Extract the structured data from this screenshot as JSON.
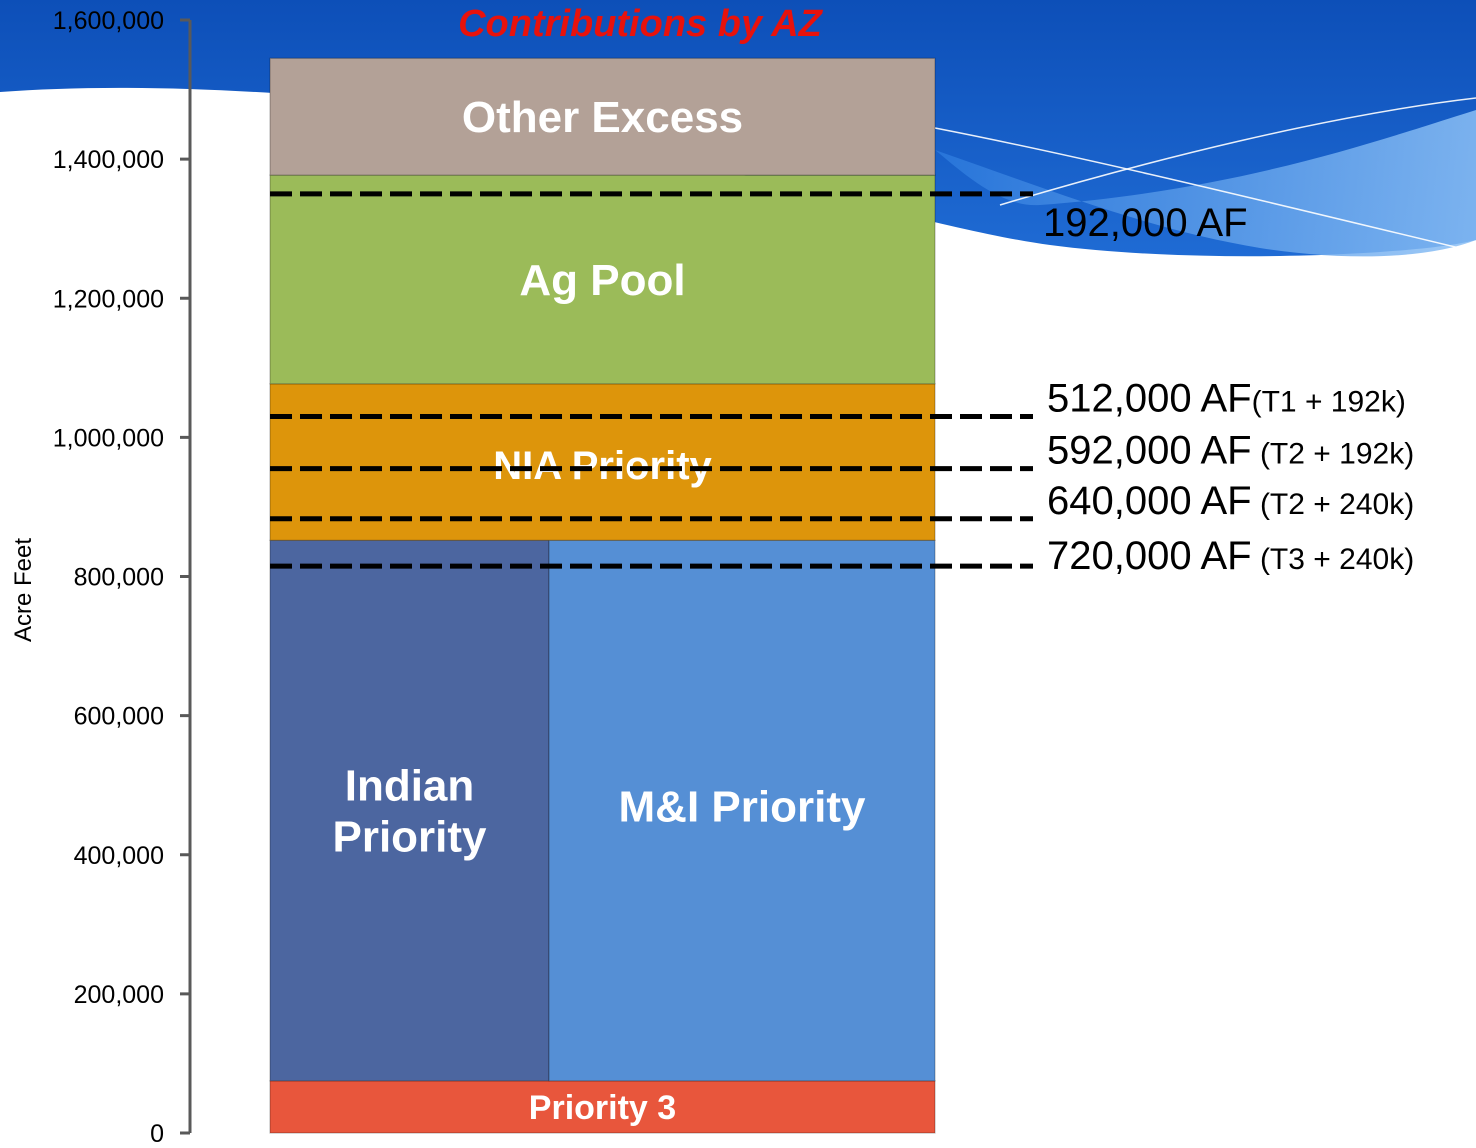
{
  "chart_data": {
    "type": "bar",
    "title": "Contributions by AZ",
    "ylabel": "Acre Feet",
    "ylim": [
      0,
      1600000
    ],
    "yticks": [
      0,
      200000,
      400000,
      600000,
      800000,
      1000000,
      1200000,
      1400000,
      1600000
    ],
    "ytick_labels": [
      "0",
      "200,000",
      "400,000",
      "600,000",
      "800,000",
      "1,000,000",
      "1,200,000",
      "1,400,000",
      "1,600,000"
    ],
    "segments": [
      {
        "label": "Priority 3",
        "from": 0,
        "to": 75000,
        "color": "#e8563c",
        "column": "full"
      },
      {
        "label": "Indian Priority",
        "from": 75000,
        "to": 852000,
        "color": "#4c66a0",
        "column": "left"
      },
      {
        "label": "M&I Priority",
        "from": 75000,
        "to": 852000,
        "color": "#558fd5",
        "column": "right"
      },
      {
        "label": "NIA Priority",
        "from": 852000,
        "to": 1077000,
        "color": "#dd950b",
        "column": "full"
      },
      {
        "label": "Ag Pool",
        "from": 1077000,
        "to": 1377000,
        "color": "#9bbb59",
        "column": "full"
      },
      {
        "label": "Other Excess",
        "from": 1377000,
        "to": 1545000,
        "color": "#b3a197",
        "column": "full"
      }
    ],
    "thresholds": [
      {
        "value": 1350000,
        "amount": "192,000 AF",
        "detail": ""
      },
      {
        "value": 1030000,
        "amount": "512,000 AF",
        "detail": "(T1 + 192k)"
      },
      {
        "value": 955000,
        "amount": "592,000 AF",
        "detail": " (T2 + 192k)"
      },
      {
        "value": 883000,
        "amount": "640,000 AF",
        "detail": " (T2 + 240k)"
      },
      {
        "value": 815000,
        "amount": "720,000 AF",
        "detail": " (T3 + 240k)"
      }
    ],
    "colors": {
      "title": "#e8120c",
      "banner_dark": "#1155c2",
      "banner_light": "#5aa0ee",
      "axis": "#595959",
      "dash": "#000000",
      "segment_text": "#ffffff"
    }
  }
}
